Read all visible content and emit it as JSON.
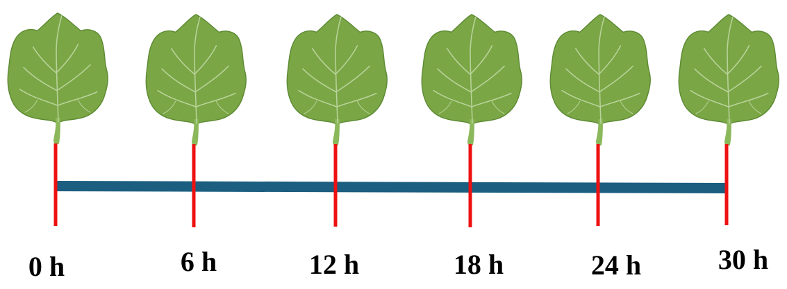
{
  "colors": {
    "axis": "#1b5e80",
    "tick": "#ee1111",
    "leaf_fill": "#7aa645",
    "leaf_edge": "#5e8b35",
    "leaf_vein": "#b9d39a",
    "petiole": "#8bb85a",
    "label": "#000000"
  },
  "timepoints": [
    {
      "label": "0 h"
    },
    {
      "label": "6 h"
    },
    {
      "label": "12 h"
    },
    {
      "label": "18 h"
    },
    {
      "label": "24 h"
    },
    {
      "label": "30 h"
    }
  ]
}
